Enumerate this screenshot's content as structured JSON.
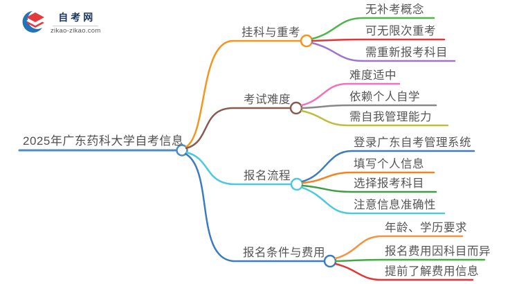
{
  "logo": {
    "title": "自考网",
    "domain": "zikao-zikao.com",
    "icon": "graduation-cap-swoosh-icon",
    "colors": {
      "swoosh": "#2273b8",
      "cap": "#e23c3f"
    }
  },
  "mindmap": {
    "root": {
      "label": "2025年广东药科大学自考信息",
      "color": "#4a8bc8"
    },
    "branches": [
      {
        "label": "挂科与重考",
        "color": "#f7941e",
        "children": [
          {
            "label": "无补考概念",
            "color": "#4cb648"
          },
          {
            "label": "可无限次重考",
            "color": "#e23535"
          },
          {
            "label": "需重新报考科目",
            "color": "#9d73d2"
          }
        ]
      },
      {
        "label": "考试难度",
        "color": "#8a5a4e",
        "children": [
          {
            "label": "难度适中",
            "color": "#f170bb"
          },
          {
            "label": "依赖个人自学",
            "color": "#878787"
          },
          {
            "label": "需自我管理能力",
            "color": "#bfbe3c"
          }
        ]
      },
      {
        "label": "报名流程",
        "color": "#4cc8e2",
        "children": [
          {
            "label": "登录广东自考管理系统",
            "color": "#3b7cc0"
          },
          {
            "label": "填写个人信息",
            "color": "#f5821f"
          },
          {
            "label": "选择报考科目",
            "color": "#3f9e42"
          },
          {
            "label": "注意信息准确性",
            "color": "#4cc8e2"
          }
        ]
      },
      {
        "label": "报名条件与费用",
        "color": "#3b7cc0",
        "children": [
          {
            "label": "年龄、学历要求",
            "color": "#f79240"
          },
          {
            "label": "报名费用因科目而异",
            "color": "#44a943"
          },
          {
            "label": "提前了解费用信息",
            "color": "#e23535"
          }
        ]
      }
    ]
  }
}
